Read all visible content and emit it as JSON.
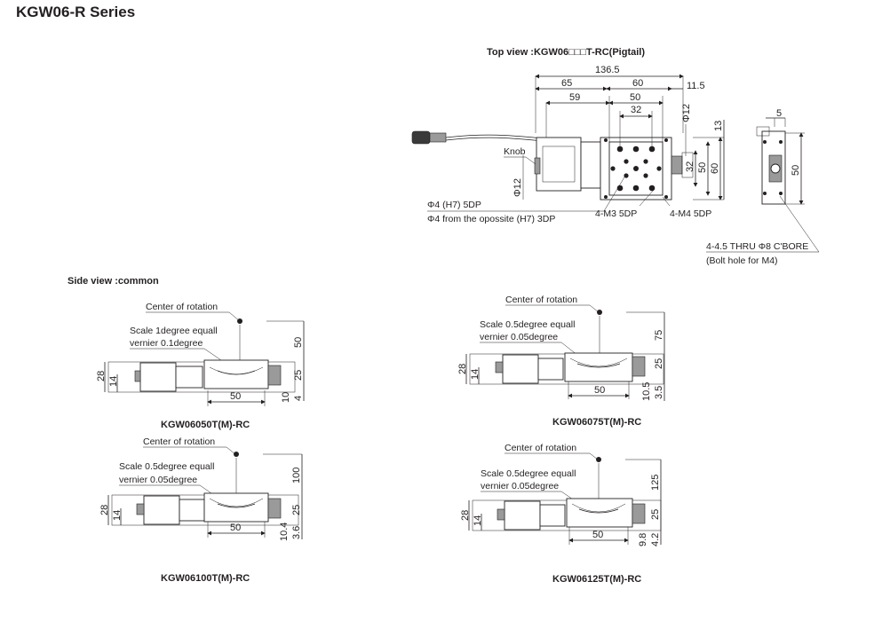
{
  "title": "KGW06-R Series",
  "top_view": {
    "caption": "Top view :KGW06□□□T-RC(Pigtail)",
    "dims": {
      "overall": "136.5",
      "left_part": "65",
      "center_part": "60",
      "right_part": "11.5",
      "to_center": "59",
      "table_width": "50",
      "table_inner": "32",
      "phi_top": "Φ12",
      "phi_bottom": "Φ12",
      "side_13": "13",
      "side_32": "32",
      "side_50": "50",
      "side_60": "60"
    },
    "labels": {
      "knob": "Knob",
      "hole_1": "Φ4 (H7) 5DP",
      "hole_2": "Φ4 from the opossite (H7) 3DP",
      "m3": "4-M3 5DP",
      "m4": "4-M4 5DP"
    },
    "end_view": {
      "dim_5": "5",
      "dim_50": "50",
      "note_1": "4-4.5 THRU Φ8 C'BORE",
      "note_2": "(Bolt hole for M4)"
    }
  },
  "side_view": {
    "caption": "Side view :common",
    "center_label": "Center of rotation",
    "models": [
      {
        "name": "KGW06050T(M)-RC",
        "scale_1": "Scale 1degree equall",
        "scale_2": "vernier 0.1degree",
        "d_top": "50",
        "d_mid": "25",
        "d_a": "10",
        "d_b": "4",
        "h28": "28",
        "h14": "14",
        "w50": "50"
      },
      {
        "name": "KGW06075T(M)-RC",
        "scale_1": "Scale 0.5degree equall",
        "scale_2": "vernier 0.05degree",
        "d_top": "75",
        "d_mid": "25",
        "d_a": "10.5",
        "d_b": "3.5",
        "h28": "28",
        "h14": "14",
        "w50": "50"
      },
      {
        "name": "KGW06100T(M)-RC",
        "scale_1": "Scale 0.5degree equall",
        "scale_2": "vernier 0.05degree",
        "d_top": "100",
        "d_mid": "25",
        "d_a": "10.4",
        "d_b": "3.6",
        "h28": "28",
        "h14": "14",
        "w50": "50"
      },
      {
        "name": "KGW06125T(M)-RC",
        "scale_1": "Scale 0.5degree equall",
        "scale_2": "vernier 0.05degree",
        "d_top": "125",
        "d_mid": "25",
        "d_a": "9.8",
        "d_b": "4.2",
        "h28": "28",
        "h14": "14",
        "w50": "50"
      }
    ]
  }
}
